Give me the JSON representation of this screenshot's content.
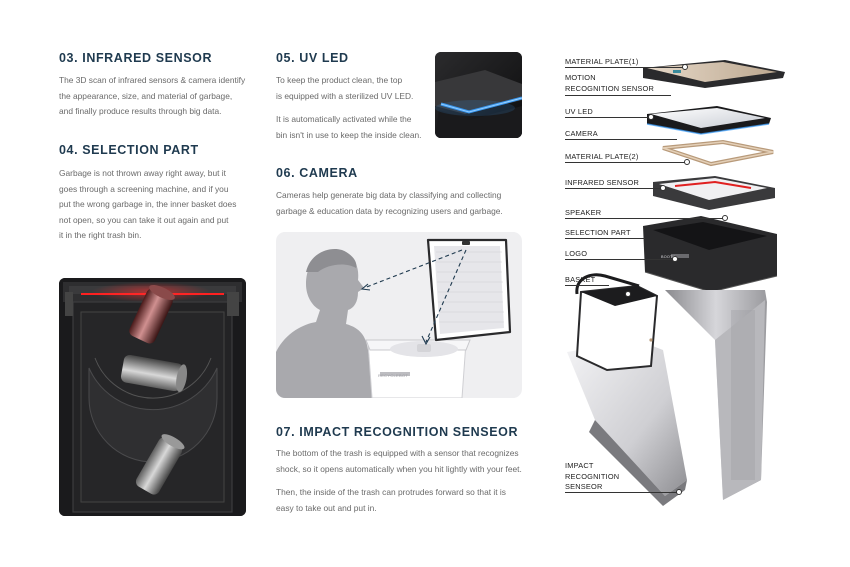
{
  "sections": {
    "infrared": {
      "title": "03. INFRARED SENSOR",
      "lines": [
        "The 3D scan of infrared sensors & camera identify",
        "the appearance, size, and material of garbage,",
        "and finally produce results through big data."
      ]
    },
    "selection": {
      "title": "04. SELECTION PART",
      "lines": [
        "Garbage is not thrown away right away, but it",
        "goes through a screening machine, and if you",
        "put the wrong garbage in, the inner basket does",
        "not open, so you can take it out again and put",
        "it in the right trash bin."
      ]
    },
    "uv": {
      "title": "05. UV LED",
      "lines_1": [
        "To keep the product clean, the top",
        "is equipped with a sterilized UV LED."
      ],
      "lines_2": [
        "It is automatically activated while the",
        "bin isn't in use to keep the inside clean."
      ]
    },
    "camera": {
      "title": "06. CAMERA",
      "lines": [
        "Cameras help generate big data by classifying and collecting",
        "garbage & education data by recognizing users and garbage."
      ]
    },
    "impact": {
      "title": "07. IMPACT RECOGNITION SENSEOR",
      "lines_1": [
        "The bottom of the trash is equipped with a sensor that recognizes",
        "shock, so it opens automatically when you hit lightly with your feet."
      ],
      "lines_2": [
        "Then, the inside of the trash can protrudes forward so that it is",
        "easy to take out and put in."
      ]
    }
  },
  "product_text": {
    "bin_brand": "RECYCLEBOT",
    "part_logo": "BOOTH"
  },
  "labels": {
    "material_plate_1": "MATERIAL PLATE(1)",
    "motion_sensor_1": "MOTION",
    "motion_sensor_2": "RECOGNITION SENSOR",
    "uv_led": "UV LED",
    "camera": "CAMERA",
    "material_plate_2": "MATERIAL PLATE(2)",
    "infrared_sensor": "INFRARED SENSOR",
    "speaker": "SPEAKER",
    "selection_part": "SELECTION PART",
    "logo": "LOGO",
    "basket": "BASKET",
    "impact_1": "IMPACT",
    "impact_2": "RECOGNITION",
    "impact_3": "SENSEOR"
  },
  "colors": {
    "heading": "#1f3a4f",
    "body_text": "#6a6a6a",
    "infrared_beam": "#e02020",
    "uv_glow": "#3aa0ff",
    "panel_gray": "#efeff1"
  }
}
